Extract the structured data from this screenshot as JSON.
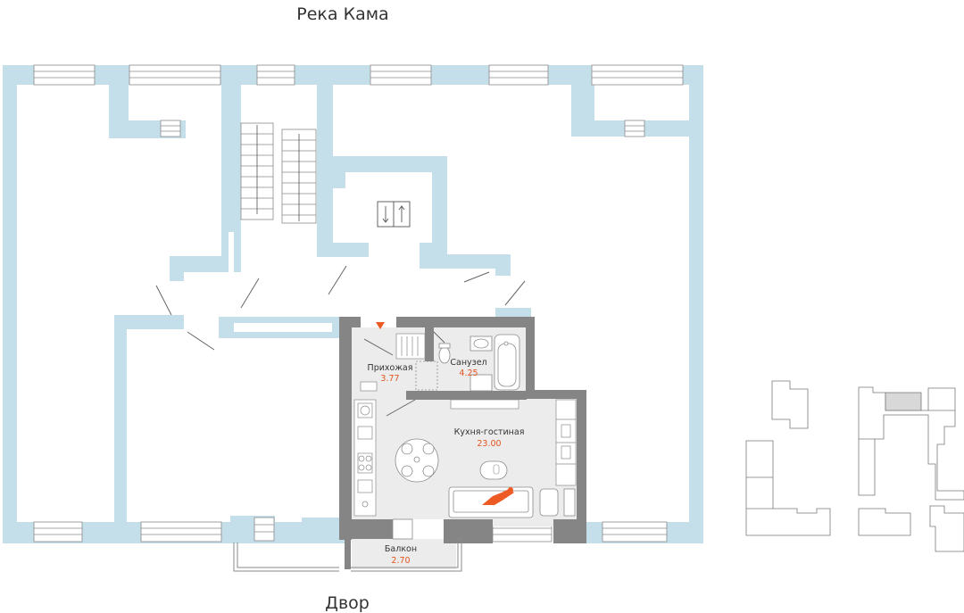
{
  "orientation": {
    "top_label": "Река Кама",
    "bottom_label": "Двор"
  },
  "rooms": [
    {
      "name": "Прихожая",
      "area": "3.77"
    },
    {
      "name": "Санузел",
      "area": "4.25"
    },
    {
      "name": "Кухня-гостиная",
      "area": "23.00"
    },
    {
      "name": "Балкон",
      "area": "2.70"
    }
  ],
  "colors": {
    "outline_walls": "#c4dfe9",
    "apartment_walls": "#858585",
    "apartment_floor": "#ececec",
    "accent": "#ee5a24"
  }
}
